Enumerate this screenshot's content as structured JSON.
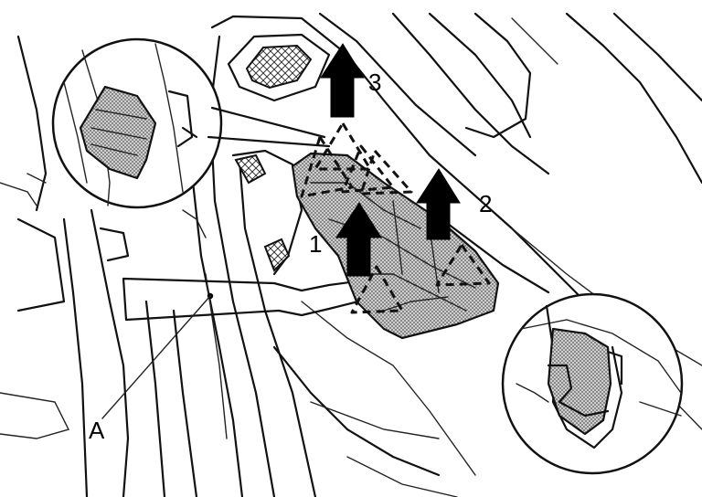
{
  "diagram": {
    "steps": [
      "1",
      "2",
      "3"
    ],
    "callout": "A"
  },
  "colors": {
    "ink": "#111111",
    "background": "#ffffff"
  }
}
